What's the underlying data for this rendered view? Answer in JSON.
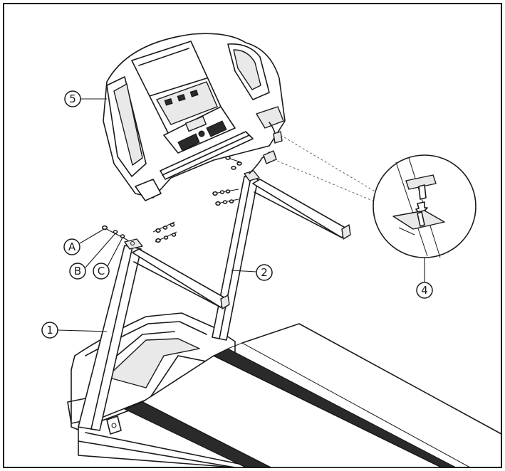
{
  "callouts": {
    "part_1": "1",
    "part_2": "2",
    "part_4": "4",
    "part_5": "5",
    "fastener_a": "A",
    "fastener_b": "B",
    "fastener_c": "C"
  }
}
